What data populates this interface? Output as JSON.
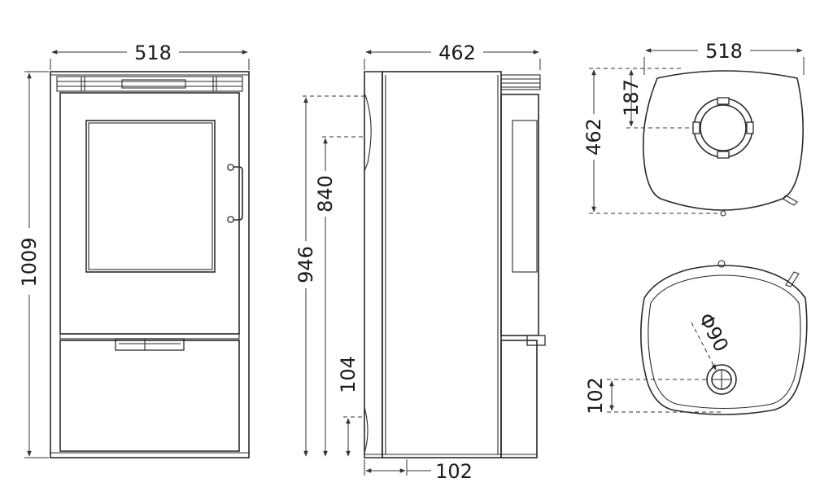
{
  "views": {
    "front": {
      "width_label": "518",
      "height_label": "1009"
    },
    "side": {
      "depth_label": "462",
      "height_946_label": "946",
      "height_840_label": "840",
      "height_104_label": "104",
      "offset_102_label": "102"
    },
    "top": {
      "width_label": "518",
      "depth_label": "462",
      "flue_offset_label": "187"
    },
    "bottom": {
      "flue_diameter_label": "Φ90",
      "flue_offset_label": "102"
    }
  },
  "colors": {
    "line": "#2a2a2a",
    "text": "#1a1a1a"
  }
}
